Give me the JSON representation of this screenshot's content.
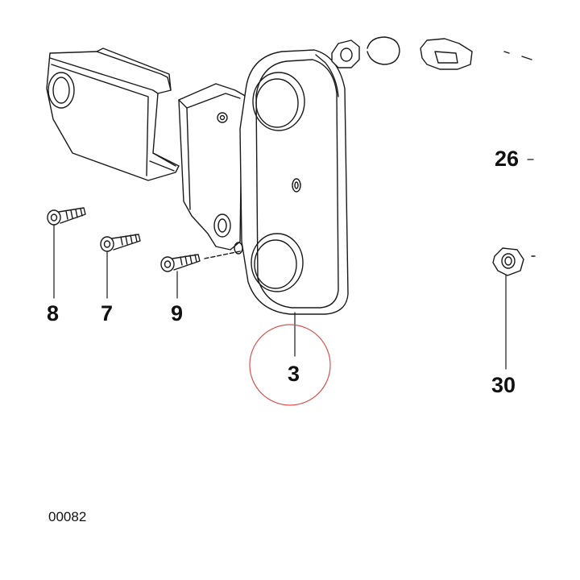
{
  "diagram": {
    "callouts": [
      {
        "id": "8",
        "label": "8"
      },
      {
        "id": "7",
        "label": "7"
      },
      {
        "id": "9",
        "label": "9"
      },
      {
        "id": "3",
        "label": "3",
        "highlighted": true
      },
      {
        "id": "26",
        "label": "26"
      },
      {
        "id": "30",
        "label": "30"
      }
    ],
    "figure_id": "00082",
    "highlight_color": "#d9534f",
    "line_color": "#1a1a1a"
  }
}
